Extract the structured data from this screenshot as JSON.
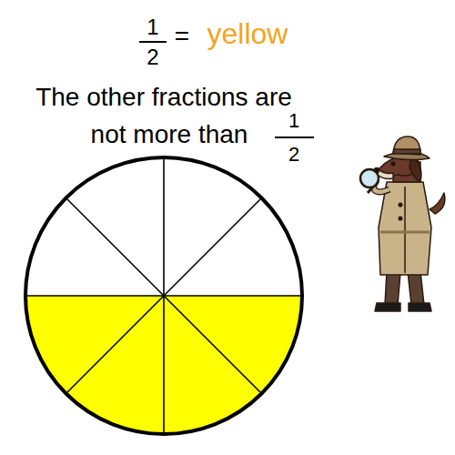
{
  "diagram": {
    "labels": [
      "1",
      "2",
      "=",
      "yellow",
      "The other fractions are",
      "not more than",
      "1",
      "2"
    ]
  }
}
